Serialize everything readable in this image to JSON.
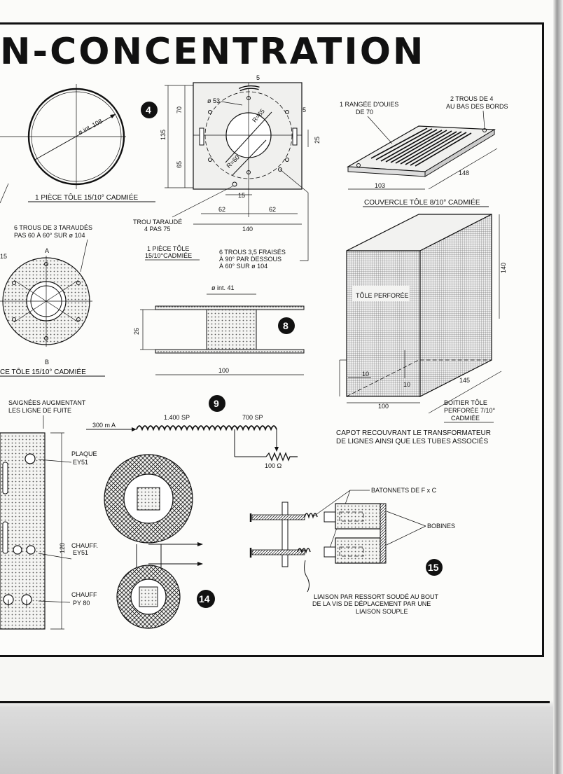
{
  "title": "N-CONCENTRATION",
  "badges": [
    "4",
    "8",
    "9",
    "14",
    "15"
  ],
  "ring_part": {
    "diameter": "ø int. 108",
    "caption": "1 PIÈCE TÔLE 15/10° CADMIÉE"
  },
  "plate_4": {
    "dim_53": "ø 53",
    "dim_5_top": "5",
    "dim_5_right": "5",
    "r65": "R=65",
    "r60": "R=60",
    "dim_70": "70",
    "dim_135": "135",
    "dim_65": "65",
    "dim_25": "25",
    "dim_15": "15",
    "dim_62_left": "62",
    "dim_62_right": "62",
    "dim_140": "140",
    "note_trou": [
      "TROU TARAUDÉ",
      "4 PAS 75"
    ],
    "note_piece": [
      "1 PIÈCE TÔLE",
      "15/10°CADMIÉE"
    ],
    "note_holes": [
      "6 TROUS 3,5 FRAISÉS",
      "À 90° PAR DESSOUS",
      "À 60° SUR ø 104"
    ]
  },
  "cover": {
    "label_rangee": [
      "1 RANGÉE D'OUIES",
      "DE 70"
    ],
    "label_trous": [
      "2 TROUS DE 4",
      "AU BAS DES BORDS"
    ],
    "dim_148": "148",
    "dim_103": "103",
    "caption": "COUVERCLE TÔLE 8/10° CADMIÉE"
  },
  "flange": {
    "note": [
      "6 TROUS DE 3 TARAUDÉS",
      "PAS 60 À 60° SUR ø 104"
    ],
    "label_a": "A",
    "label_b": "B",
    "dim_15": "15",
    "caption": "CE TÔLE 15/10° CADMIÉE"
  },
  "spool": {
    "diameter": "ø int. 41",
    "dim_26": "26",
    "dim_100": "100"
  },
  "box": {
    "label": "TÔLE PERFORÉE",
    "dim_140": "140",
    "dim_145": "145",
    "dim_10_left": "10",
    "dim_10_bottom": "10",
    "dim_100": "100",
    "caption": [
      "BOITIER TÔLE",
      "PERFORÉE 7/10°",
      "CADMIÉE"
    ],
    "note": [
      "CAPOT RECOUVRANT LE TRANSFORMATEUR",
      "DE LIGNES AINSI QUE LES TUBES ASSOCIÉS"
    ]
  },
  "coil": {
    "current": "300 m A",
    "turns_1": "1.400 SP",
    "turns_2": "700 SP",
    "resistor": "100 Ω"
  },
  "board": {
    "note": [
      "SAIGNÉES AUGMENTANT",
      "LES LIGNE DE FUITE"
    ],
    "plaque": [
      "PLAQUE",
      "EY51"
    ],
    "chauff_ey": [
      "CHAUFF.",
      "EY51"
    ],
    "chauff_py": [
      "CHAUFF",
      "PY 80"
    ],
    "dim_120": "120"
  },
  "adjuster": {
    "batonnets": "BATONNETS DE F x C",
    "bobines": "BOBINES",
    "note": [
      "LIAISON PAR RESSORT SOUDÉ AU BOUT",
      "DE LA VIS DE DÉPLACEMENT PAR UNE",
      "LIAISON SOUPLE"
    ]
  }
}
